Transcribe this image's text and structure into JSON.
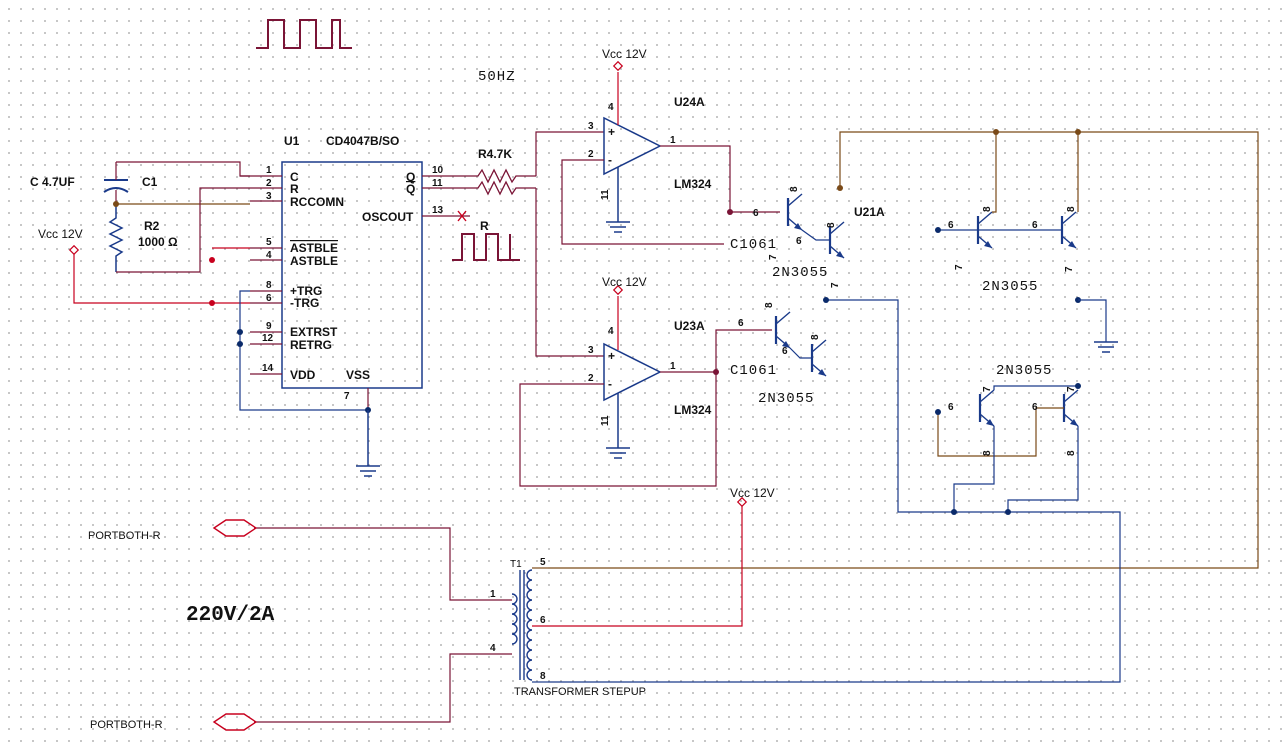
{
  "colors": {
    "red": "#c8001e",
    "brown": "#7a4a18",
    "blue": "#1a1adc",
    "maroon": "#7a1436",
    "navy": "#1a3a8a",
    "olive": "#6b6b34",
    "junction_dark": "#0a2a6a"
  },
  "labels": {
    "freq": "50HZ",
    "power_rating": "220V/2A",
    "transformer_name": "TRANSFORMER STEPUP",
    "transformer_ref": "T1",
    "port_top": "PORTBOTH-R",
    "port_bottom": "PORTBOTH-R",
    "vcc": [
      "Vcc 12V",
      "Vcc 12V",
      "Vcc 12V",
      "Vcc 12V"
    ]
  },
  "ic": {
    "ref": "U1",
    "part": "CD4047B/SO",
    "left_pins": [
      {
        "num": "1",
        "name": "C"
      },
      {
        "num": "2",
        "name": "R"
      },
      {
        "num": "3",
        "name": "RCCOMN"
      },
      {
        "num": "5",
        "name": "ASTBLE"
      },
      {
        "num": "4",
        "name": "ASTBLE"
      },
      {
        "num": "8",
        "name": "+TRG"
      },
      {
        "num": "6",
        "name": "-TRG"
      },
      {
        "num": "9",
        "name": "EXTRST"
      },
      {
        "num": "12",
        "name": "RETRG"
      },
      {
        "num": "14",
        "name": "VDD"
      }
    ],
    "right_pins": [
      {
        "num": "10",
        "name": "Q"
      },
      {
        "num": "11",
        "name": "Q"
      },
      {
        "num": "13",
        "name": "OSCOUT"
      }
    ],
    "bottom_pin": {
      "num": "7",
      "name": "VSS"
    }
  },
  "components": {
    "cap_value": "C 4.7UF",
    "cap_ref": "C1",
    "r2_ref": "R2",
    "r2_value": "1000 Ω",
    "r_dual": "R4.7K",
    "r_out": "R",
    "opamp_top_ref": "U24A",
    "opamp_bot_ref": "U23A",
    "opamp_part_top": "LM324",
    "opamp_part_bot": "LM324",
    "driver_top": "C1061",
    "driver_bot": "C1061",
    "u21": "U21A",
    "power_tr": [
      "2N3055",
      "2N3055",
      "2N3055",
      "2N3055"
    ]
  },
  "pins": {
    "opamp_top": {
      "p3": "3",
      "p2": "2",
      "p4": "4",
      "p11": "11",
      "p1": "1",
      "plus": "+",
      "minus": "-"
    },
    "opamp_bot": {
      "p3": "3",
      "p2": "2",
      "p4": "4",
      "p11": "11",
      "p1": "1",
      "plus": "+",
      "minus": "-"
    },
    "q_b": "6",
    "q_c": "8",
    "q_e": "7",
    "t1": [
      "1",
      "4",
      "5",
      "6",
      "8"
    ]
  }
}
